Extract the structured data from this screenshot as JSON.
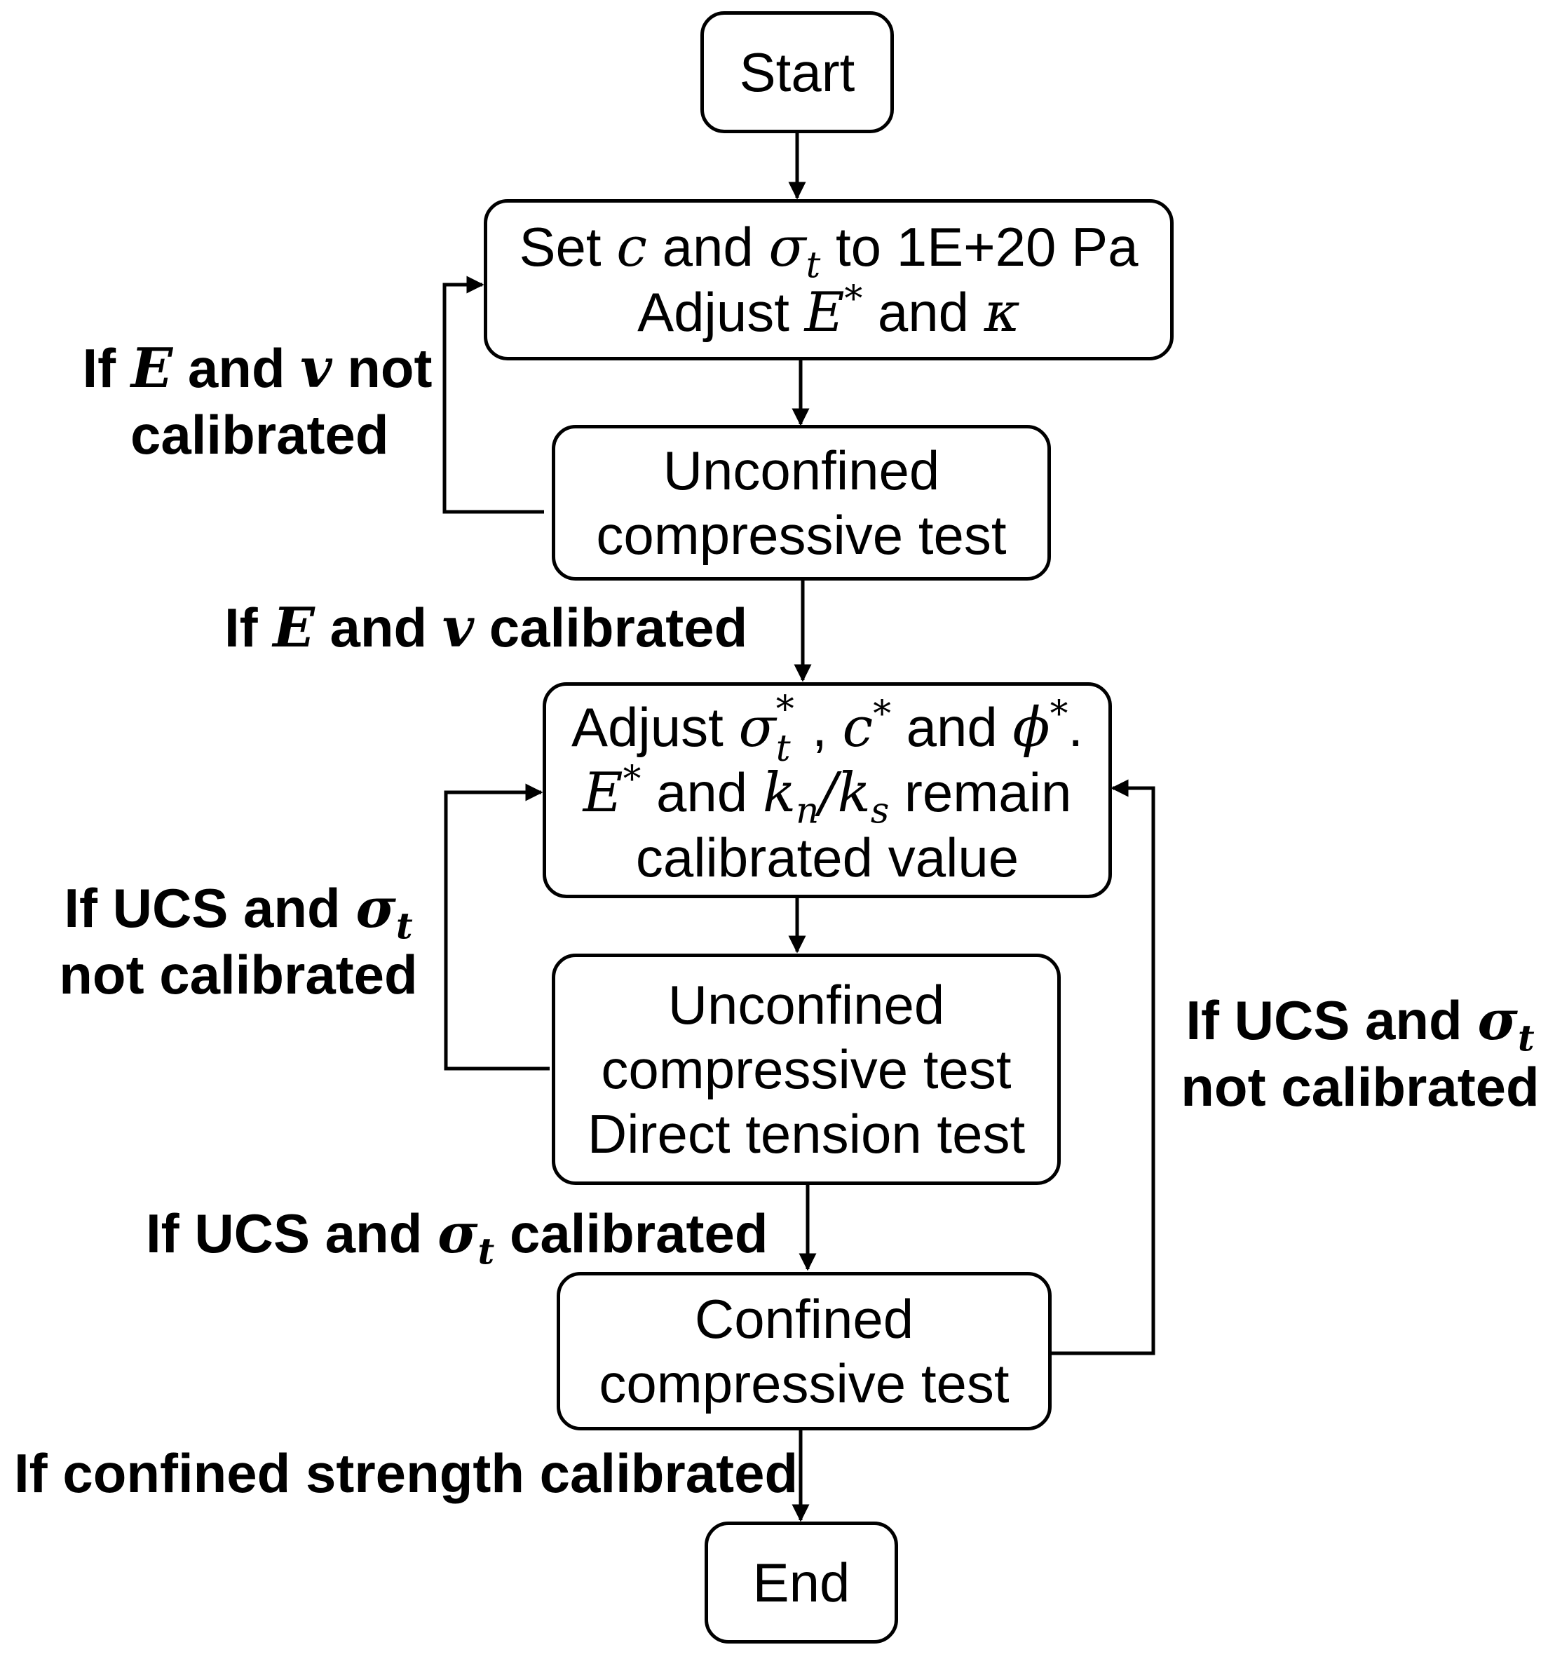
{
  "nodes": {
    "start": {
      "text": "Start"
    },
    "set_params": {
      "line1": {
        "pre": "Set ",
        "c": "c",
        "mid": " and ",
        "sigma": "σ",
        "t": "t",
        "post": " to 1E+20 Pa"
      },
      "line2": {
        "pre": "Adjust ",
        "E": "E",
        "star": "*",
        "mid": " and ",
        "kappa": "κ"
      }
    },
    "ucs_test_1": {
      "line1": "Unconfined",
      "line2": "compressive test"
    },
    "adjust_strength": {
      "line1": {
        "pre": "Adjust ",
        "sigma": "σ",
        "star": "*",
        "t": "t",
        "comma": ", ",
        "c": "c",
        "cstar": "*",
        "mid": " and ",
        "phi": "ϕ",
        "phistar": "*",
        "post": "."
      },
      "line2": {
        "E": "E",
        "star": "*",
        "mid": " and ",
        "k1": "k",
        "n": "n",
        "slash": "/",
        "k2": "k",
        "s": "s",
        "post": " remain"
      },
      "line3": "calibrated value"
    },
    "ucs_dt_test": {
      "line1": "Unconfined",
      "line2": "compressive test",
      "line3": "Direct tension test"
    },
    "confined_test": {
      "line1": "Confined",
      "line2": "compressive test"
    },
    "end": {
      "text": "End"
    }
  },
  "conditions": {
    "e_v_not": {
      "pre": "If ",
      "E": "E",
      "mid": " and ",
      "v": "v",
      "post": " not",
      "line2": "calibrated"
    },
    "e_v_ok": {
      "pre": "If ",
      "E": "E",
      "mid": " and ",
      "v": "v",
      "post": " calibrated"
    },
    "ucs_not_left": {
      "pre": "If UCS and ",
      "sigma": "σ",
      "t": "t",
      "line2": "not calibrated"
    },
    "ucs_not_right": {
      "pre": "If UCS and ",
      "sigma": "σ",
      "t": "t",
      "line2": "not calibrated"
    },
    "ucs_ok": {
      "pre": "If UCS and ",
      "sigma": "σ",
      "t": "t",
      "post": " calibrated"
    },
    "confined_ok": {
      "text": "If confined strength calibrated"
    }
  },
  "colors": {
    "stroke": "#000000",
    "background": "#ffffff"
  }
}
